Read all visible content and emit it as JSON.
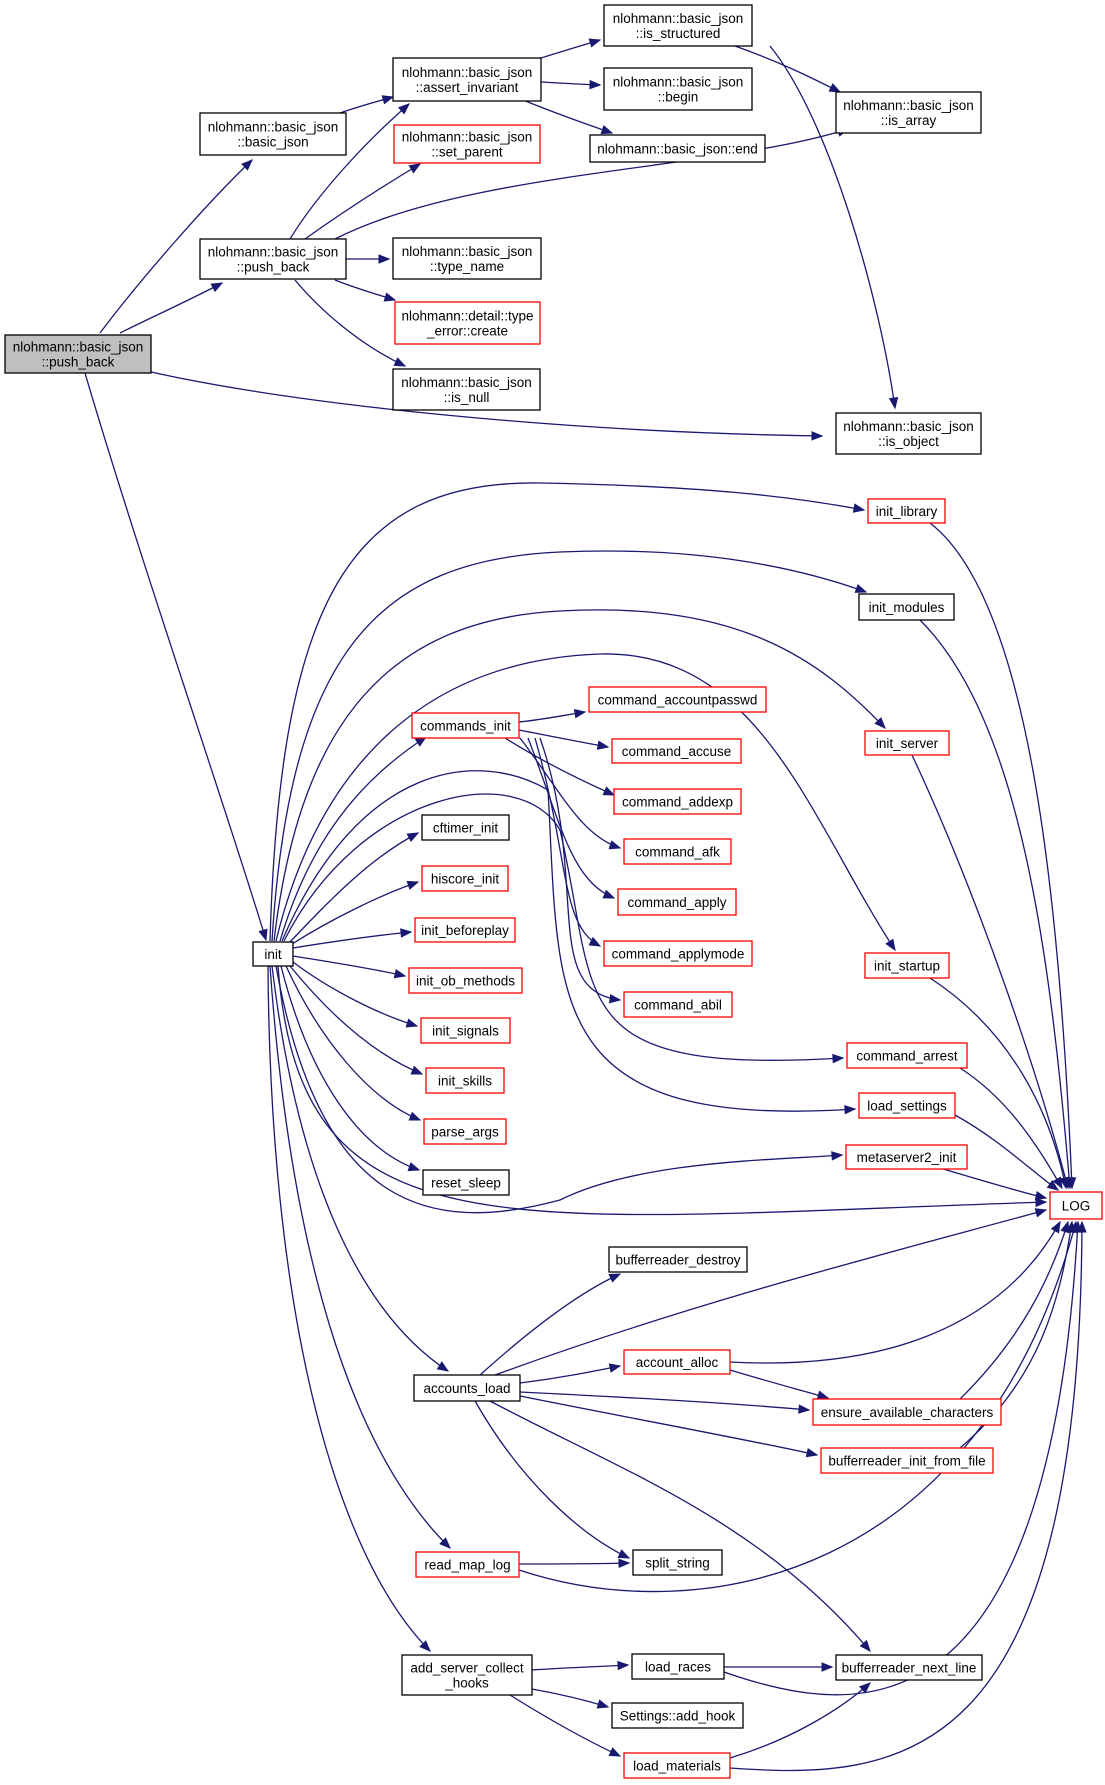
{
  "colors": {
    "edge": "#191970",
    "border_default": "#000000",
    "border_truncated": "#ff0000",
    "fill_root": "#bfbfbf",
    "fill_node": "#ffffff"
  },
  "nodes": [
    {
      "id": "push_back_root",
      "lines": [
        "nlohmann::basic_json",
        "::push_back"
      ],
      "kind": "root"
    },
    {
      "id": "basic_json",
      "lines": [
        "nlohmann::basic_json",
        "::basic_json"
      ],
      "kind": "normal"
    },
    {
      "id": "assert_invariant",
      "lines": [
        "nlohmann::basic_json",
        "::assert_invariant"
      ],
      "kind": "normal"
    },
    {
      "id": "set_parent",
      "lines": [
        "nlohmann::basic_json",
        "::set_parent"
      ],
      "kind": "truncated"
    },
    {
      "id": "push_back",
      "lines": [
        "nlohmann::basic_json",
        "::push_back"
      ],
      "kind": "normal"
    },
    {
      "id": "type_name",
      "lines": [
        "nlohmann::basic_json",
        "::type_name"
      ],
      "kind": "normal"
    },
    {
      "id": "type_error_create",
      "lines": [
        "nlohmann::detail::type",
        "_error::create"
      ],
      "kind": "truncated"
    },
    {
      "id": "is_null",
      "lines": [
        "nlohmann::basic_json",
        "::is_null"
      ],
      "kind": "normal"
    },
    {
      "id": "is_structured",
      "lines": [
        "nlohmann::basic_json",
        "::is_structured"
      ],
      "kind": "normal"
    },
    {
      "id": "begin",
      "lines": [
        "nlohmann::basic_json",
        "::begin"
      ],
      "kind": "normal"
    },
    {
      "id": "end",
      "lines": [
        "nlohmann::basic_json::end"
      ],
      "kind": "normal"
    },
    {
      "id": "is_array",
      "lines": [
        "nlohmann::basic_json",
        "::is_array"
      ],
      "kind": "normal"
    },
    {
      "id": "is_object",
      "lines": [
        "nlohmann::basic_json",
        "::is_object"
      ],
      "kind": "normal"
    },
    {
      "id": "init",
      "lines": [
        "init"
      ],
      "kind": "normal"
    },
    {
      "id": "init_library",
      "lines": [
        "init_library"
      ],
      "kind": "truncated"
    },
    {
      "id": "init_modules",
      "lines": [
        "init_modules"
      ],
      "kind": "normal"
    },
    {
      "id": "init_server",
      "lines": [
        "init_server"
      ],
      "kind": "truncated"
    },
    {
      "id": "init_startup",
      "lines": [
        "init_startup"
      ],
      "kind": "truncated"
    },
    {
      "id": "command_arrest",
      "lines": [
        "command_arrest"
      ],
      "kind": "truncated"
    },
    {
      "id": "load_settings",
      "lines": [
        "load_settings"
      ],
      "kind": "truncated"
    },
    {
      "id": "metaserver2_init",
      "lines": [
        "metaserver2_init"
      ],
      "kind": "truncated"
    },
    {
      "id": "LOG",
      "lines": [
        "LOG"
      ],
      "kind": "truncated"
    },
    {
      "id": "commands_init",
      "lines": [
        "commands_init"
      ],
      "kind": "truncated"
    },
    {
      "id": "command_accountpasswd",
      "lines": [
        "command_accountpasswd"
      ],
      "kind": "truncated"
    },
    {
      "id": "command_accuse",
      "lines": [
        "command_accuse"
      ],
      "kind": "truncated"
    },
    {
      "id": "command_addexp",
      "lines": [
        "command_addexp"
      ],
      "kind": "truncated"
    },
    {
      "id": "command_afk",
      "lines": [
        "command_afk"
      ],
      "kind": "truncated"
    },
    {
      "id": "command_apply",
      "lines": [
        "command_apply"
      ],
      "kind": "truncated"
    },
    {
      "id": "command_applymode",
      "lines": [
        "command_applymode"
      ],
      "kind": "truncated"
    },
    {
      "id": "command_abil",
      "lines": [
        "command_abil"
      ],
      "kind": "truncated"
    },
    {
      "id": "cftimer_init",
      "lines": [
        "cftimer_init"
      ],
      "kind": "normal"
    },
    {
      "id": "hiscore_init",
      "lines": [
        "hiscore_init"
      ],
      "kind": "truncated"
    },
    {
      "id": "init_beforeplay",
      "lines": [
        "init_beforeplay"
      ],
      "kind": "truncated"
    },
    {
      "id": "init_ob_methods",
      "lines": [
        "init_ob_methods"
      ],
      "kind": "truncated"
    },
    {
      "id": "init_signals",
      "lines": [
        "init_signals"
      ],
      "kind": "truncated"
    },
    {
      "id": "init_skills",
      "lines": [
        "init_skills"
      ],
      "kind": "truncated"
    },
    {
      "id": "parse_args",
      "lines": [
        "parse_args"
      ],
      "kind": "truncated"
    },
    {
      "id": "reset_sleep",
      "lines": [
        "reset_sleep"
      ],
      "kind": "normal"
    },
    {
      "id": "bufferreader_destroy",
      "lines": [
        "bufferreader_destroy"
      ],
      "kind": "normal"
    },
    {
      "id": "accounts_load",
      "lines": [
        "accounts_load"
      ],
      "kind": "normal"
    },
    {
      "id": "account_alloc",
      "lines": [
        "account_alloc"
      ],
      "kind": "truncated"
    },
    {
      "id": "ensure_available_characters",
      "lines": [
        "ensure_available_characters"
      ],
      "kind": "truncated"
    },
    {
      "id": "bufferreader_init_from_file",
      "lines": [
        "bufferreader_init_from_file"
      ],
      "kind": "truncated"
    },
    {
      "id": "read_map_log",
      "lines": [
        "read_map_log"
      ],
      "kind": "truncated"
    },
    {
      "id": "split_string",
      "lines": [
        "split_string"
      ],
      "kind": "normal"
    },
    {
      "id": "add_server_collect_hooks",
      "lines": [
        "add_server_collect",
        "_hooks"
      ],
      "kind": "normal"
    },
    {
      "id": "load_races",
      "lines": [
        "load_races"
      ],
      "kind": "normal"
    },
    {
      "id": "bufferreader_next_line",
      "lines": [
        "bufferreader_next_line"
      ],
      "kind": "normal"
    },
    {
      "id": "settings_add_hook",
      "lines": [
        "Settings::add_hook"
      ],
      "kind": "normal"
    },
    {
      "id": "load_materials",
      "lines": [
        "load_materials"
      ],
      "kind": "truncated"
    }
  ],
  "edges": [
    [
      "push_back_root",
      "basic_json"
    ],
    [
      "push_back_root",
      "push_back"
    ],
    [
      "push_back_root",
      "is_object"
    ],
    [
      "push_back_root",
      "init"
    ],
    [
      "basic_json",
      "assert_invariant"
    ],
    [
      "assert_invariant",
      "is_structured"
    ],
    [
      "assert_invariant",
      "begin"
    ],
    [
      "assert_invariant",
      "end"
    ],
    [
      "push_back",
      "assert_invariant"
    ],
    [
      "push_back",
      "set_parent"
    ],
    [
      "push_back",
      "is_array"
    ],
    [
      "push_back",
      "type_name"
    ],
    [
      "push_back",
      "type_error_create"
    ],
    [
      "push_back",
      "is_null"
    ],
    [
      "is_structured",
      "is_array"
    ],
    [
      "is_structured",
      "is_object"
    ],
    [
      "init",
      "init_library"
    ],
    [
      "init",
      "init_modules"
    ],
    [
      "init",
      "init_server"
    ],
    [
      "init",
      "init_startup"
    ],
    [
      "init",
      "commands_init"
    ],
    [
      "init",
      "command_arrest"
    ],
    [
      "init",
      "load_settings"
    ],
    [
      "init",
      "cftimer_init"
    ],
    [
      "init",
      "hiscore_init"
    ],
    [
      "init",
      "init_beforeplay"
    ],
    [
      "init",
      "init_ob_methods"
    ],
    [
      "init",
      "init_signals"
    ],
    [
      "init",
      "init_skills"
    ],
    [
      "init",
      "parse_args"
    ],
    [
      "init",
      "reset_sleep"
    ],
    [
      "init",
      "metaserver2_init"
    ],
    [
      "init",
      "LOG"
    ],
    [
      "init",
      "accounts_load"
    ],
    [
      "init",
      "read_map_log"
    ],
    [
      "init",
      "add_server_collect_hooks"
    ],
    [
      "commands_init",
      "command_accountpasswd"
    ],
    [
      "commands_init",
      "command_accuse"
    ],
    [
      "commands_init",
      "command_addexp"
    ],
    [
      "commands_init",
      "command_afk"
    ],
    [
      "commands_init",
      "command_apply"
    ],
    [
      "commands_init",
      "command_applymode"
    ],
    [
      "commands_init",
      "command_abil"
    ],
    [
      "init_library",
      "LOG"
    ],
    [
      "init_modules",
      "LOG"
    ],
    [
      "init_server",
      "LOG"
    ],
    [
      "init_startup",
      "LOG"
    ],
    [
      "command_arrest",
      "LOG"
    ],
    [
      "load_settings",
      "LOG"
    ],
    [
      "metaserver2_init",
      "LOG"
    ],
    [
      "accounts_load",
      "bufferreader_destroy"
    ],
    [
      "accounts_load",
      "LOG"
    ],
    [
      "accounts_load",
      "account_alloc"
    ],
    [
      "accounts_load",
      "ensure_available_characters"
    ],
    [
      "accounts_load",
      "bufferreader_init_from_file"
    ],
    [
      "accounts_load",
      "split_string"
    ],
    [
      "accounts_load",
      "bufferreader_next_line"
    ],
    [
      "account_alloc",
      "LOG"
    ],
    [
      "account_alloc",
      "ensure_available_characters"
    ],
    [
      "ensure_available_characters",
      "LOG"
    ],
    [
      "bufferreader_init_from_file",
      "LOG"
    ],
    [
      "read_map_log",
      "split_string"
    ],
    [
      "read_map_log",
      "LOG"
    ],
    [
      "add_server_collect_hooks",
      "load_races"
    ],
    [
      "add_server_collect_hooks",
      "settings_add_hook"
    ],
    [
      "add_server_collect_hooks",
      "load_materials"
    ],
    [
      "load_races",
      "bufferreader_next_line"
    ],
    [
      "load_races",
      "LOG"
    ],
    [
      "load_materials",
      "bufferreader_next_line"
    ],
    [
      "load_materials",
      "LOG"
    ]
  ]
}
